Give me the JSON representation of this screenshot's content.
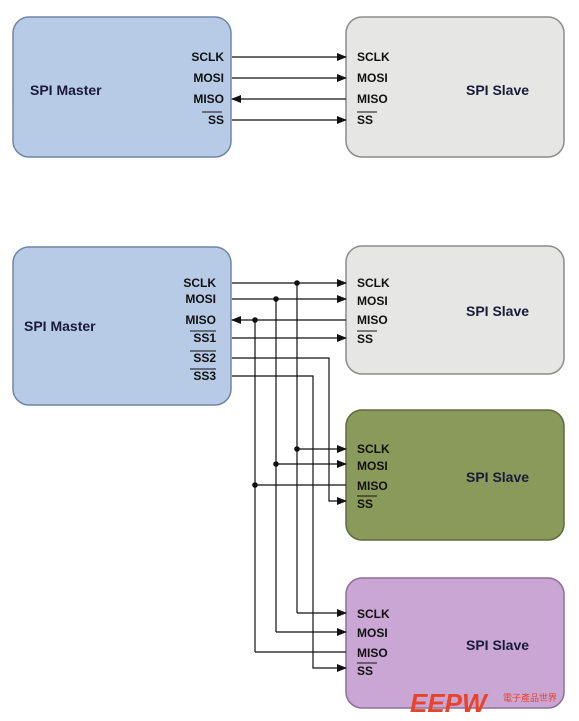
{
  "diagrams": {
    "top": {
      "master": {
        "title": "SPI Master",
        "pins": [
          "SCLK",
          "MOSI",
          "MISO",
          "SS"
        ]
      },
      "slave": {
        "title": "SPI Slave",
        "pins": [
          "SCLK",
          "MOSI",
          "MISO",
          "SS"
        ]
      }
    },
    "bottom": {
      "master": {
        "title": "SPI Master",
        "pins": [
          "SCLK",
          "MOSI",
          "MISO",
          "SS1",
          "SS2",
          "SS3"
        ]
      },
      "slaves": [
        {
          "title": "SPI Slave",
          "pins": [
            "SCLK",
            "MOSI",
            "MISO",
            "SS"
          ]
        },
        {
          "title": "SPI Slave",
          "pins": [
            "SCLK",
            "MOSI",
            "MISO",
            "SS"
          ]
        },
        {
          "title": "SPI Slave",
          "pins": [
            "SCLK",
            "MOSI",
            "MISO",
            "SS"
          ]
        }
      ]
    }
  },
  "colors": {
    "master_fill": "#b8cbe6",
    "master_stroke": "#6f86a8",
    "slave1_fill": "#e6e6e4",
    "slave2_fill": "#8a9a5b",
    "slave3_fill": "#c9a6d3",
    "slave_stroke": "#8c8c8c",
    "wire": "#111111",
    "watermark": "#e8442a"
  },
  "watermark": {
    "logo": "EEPW",
    "subtitle": "電子產品世界"
  }
}
